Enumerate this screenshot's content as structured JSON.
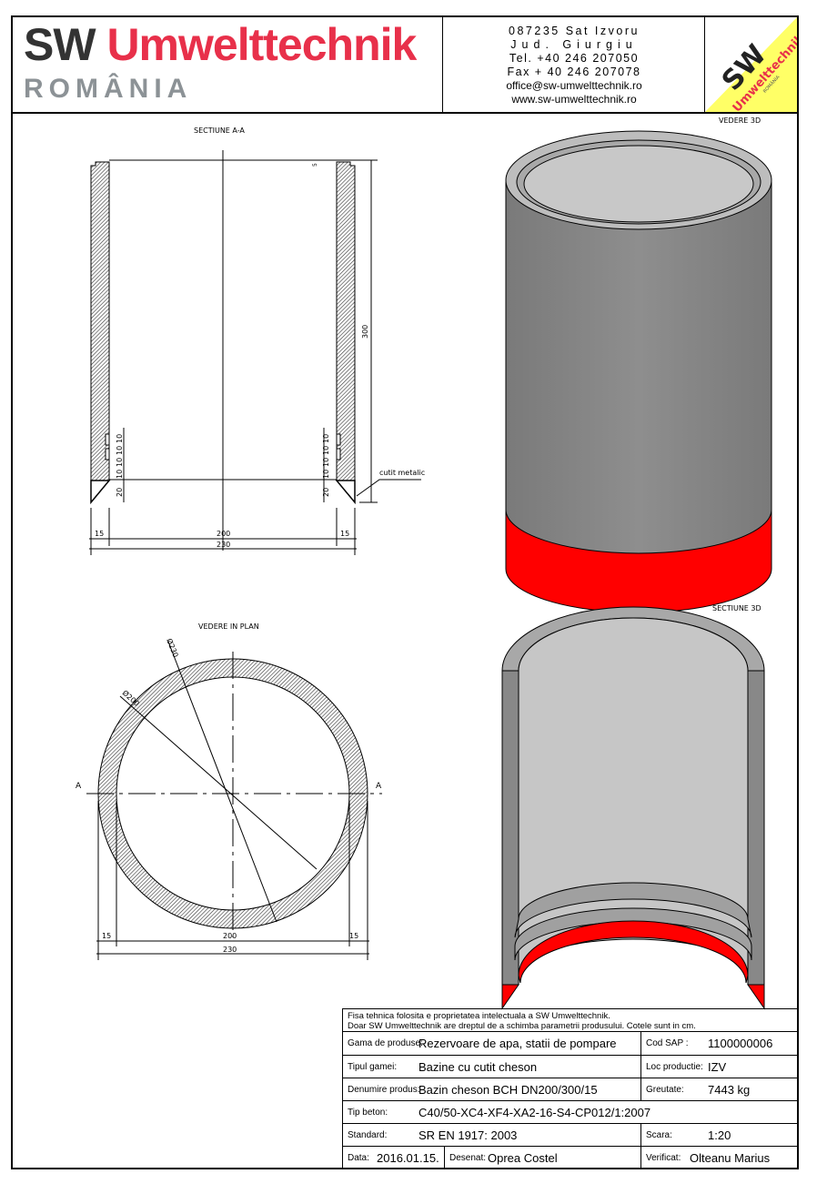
{
  "header": {
    "logo_sw": "SW",
    "logo_brand": "Umwelttechnik",
    "logo_country": "ROMÂNIA",
    "contact": {
      "address": "087235 Sat Izvoru",
      "county": "Jud. Giurgiu",
      "tel": "Tel. +40 246 207050",
      "fax": "Fax + 40 246 207078",
      "email": "office@sw-umwelttechnik.ro",
      "web": "www.sw-umwelttechnik.ro"
    },
    "badge": {
      "sw": "SW",
      "brand": "Umwelttechnik",
      "country": "ROMÂNIA",
      "color": "#ffff66"
    }
  },
  "drawings": {
    "section_aa": {
      "title": "SECTIUNE   A-A",
      "dim_height": "300",
      "dim_small_top": "5",
      "dims_left_grooves": [
        "10",
        "10",
        "10",
        "10"
      ],
      "dims_right_grooves": [
        "10",
        "10",
        "10",
        "10"
      ],
      "dim_knife_left": "20",
      "dim_knife_right": "20",
      "knife_label": "cutit metalic",
      "dim_wall_left": "15",
      "dim_inner": "200",
      "dim_wall_right": "15",
      "dim_outer": "230"
    },
    "plan_view": {
      "title": "VEDERE IN PLAN",
      "dia_outer": "Ø230",
      "dia_inner": "Ø200",
      "section_mark_left": "A",
      "section_mark_right": "A",
      "dim_wall_left": "15",
      "dim_inner": "200",
      "dim_wall_right": "15",
      "dim_outer": "230"
    },
    "view_3d": {
      "title": "VEDERE 3D",
      "body_color": "#8a8a8a",
      "knife_color": "#ff0000"
    },
    "section_3d": {
      "title": "SECTIUNE 3D"
    }
  },
  "title_block": {
    "note_line1": "Fisa tehnica folosita e proprietatea intelectuala a SW Umwelttechnik.",
    "note_line2": "Doar SW Umwelttechnik are dreptul de a schimba parametrii produsului. Cotele sunt in cm.",
    "product_range_label": "Gama de produse:",
    "product_range": "Rezervoare de apa, statii de pompare",
    "sap_label": "Cod SAP :",
    "sap": "1100000006",
    "type_label": "Tipul gamei:",
    "type": "Bazine cu cutit cheson",
    "place_label": "Loc productie:",
    "place": "IZV",
    "name_label": "Denumire produs:",
    "name": "Bazin cheson BCH DN200/300/15",
    "weight_label": "Greutate:",
    "weight": "7443 kg",
    "concrete_label": "Tip beton:",
    "concrete": "C40/50-XC4-XF4-XA2-16-S4-CP012/1:2007",
    "standard_label": "Standard:",
    "standard": "SR EN 1917: 2003",
    "scale_label": "Scara:",
    "scale": "1:20",
    "date_label": "Data:",
    "date": "2016.01.15.",
    "drawn_label": "Desenat:",
    "drawn": "Oprea Costel",
    "checked_label": "Verificat:",
    "checked": "Olteanu Marius"
  }
}
